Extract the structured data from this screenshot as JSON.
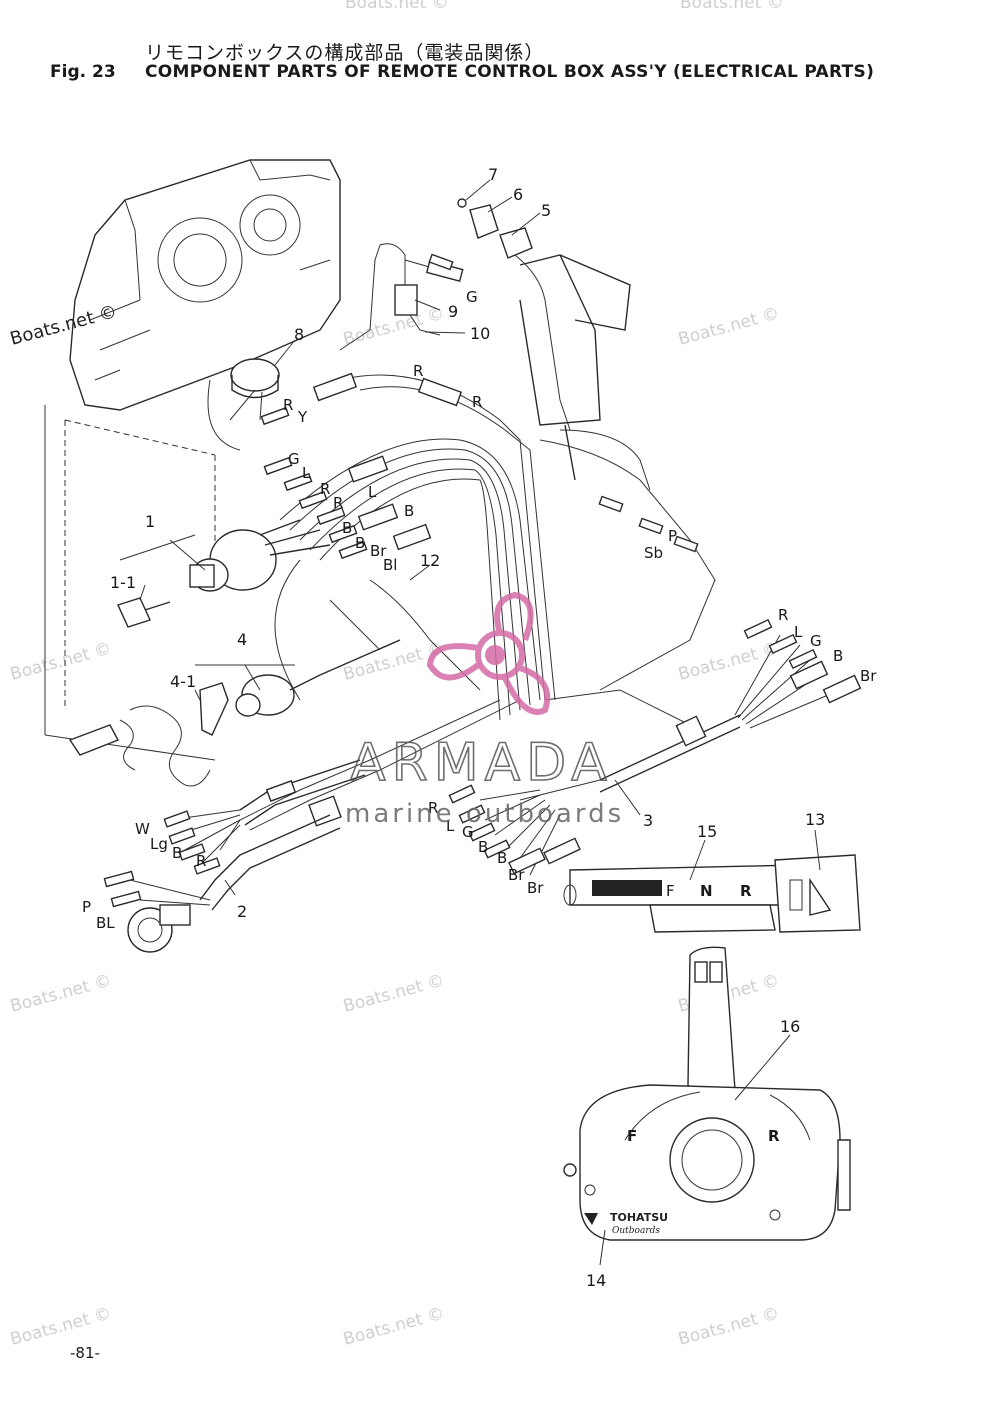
{
  "header": {
    "title_jp": "リモコンボックスの構成部品（電装品関係）",
    "fig_no": "Fig. 23",
    "title_en": "COMPONENT PARTS OF REMOTE CONTROL BOX ASS'Y (ELECTRICAL PARTS)"
  },
  "watermarks": {
    "boats": "Boats.net ©",
    "brand_name": "ARMADA",
    "brand_sub": "marine outboards",
    "brand_color": "#d46aa6"
  },
  "callouts": {
    "c1": "1",
    "c1_1": "1-1",
    "c2": "2",
    "c3": "3",
    "c4": "4",
    "c4_1": "4-1",
    "c5": "5",
    "c6": "6",
    "c7": "7",
    "c8": "8",
    "c9": "9",
    "c10": "10",
    "c12": "12",
    "c13": "13",
    "c14": "14",
    "c15": "15",
    "c16": "16"
  },
  "wire_labels": {
    "g_top": "G",
    "r_top1": "R",
    "r_top2": "R",
    "r_8": "R",
    "y_8": "Y",
    "g_mid": "G",
    "l_mid": "L",
    "r_mid1": "R",
    "r_mid2": "R",
    "l_mid2": "L",
    "b_mid1": "B",
    "b_mid2": "B",
    "b_mid3": "B",
    "br_mid": "Br",
    "bl_mid": "Bl",
    "p_right": "P",
    "sb_right": "Sb",
    "r_rt": "R",
    "l_rt": "L",
    "g_rt": "G",
    "b_rt": "B",
    "br_rt": "Br",
    "w_left": "W",
    "lg_left": "Lg",
    "b_left": "B",
    "r_left": "R",
    "p_left": "P",
    "bl_left": "BL",
    "r_c1": "R",
    "l_c1": "L",
    "g_c1": "G",
    "b_c1": "B",
    "b_c2": "B",
    "br_c1": "Br",
    "br_c2": "Br"
  },
  "indicator": {
    "f": "F",
    "n": "N",
    "r": "R"
  },
  "control_lever": {
    "brand": "TOHATSU",
    "sub": "Outboards",
    "f": "F",
    "r": "R"
  },
  "footer": {
    "page": "-81-"
  }
}
